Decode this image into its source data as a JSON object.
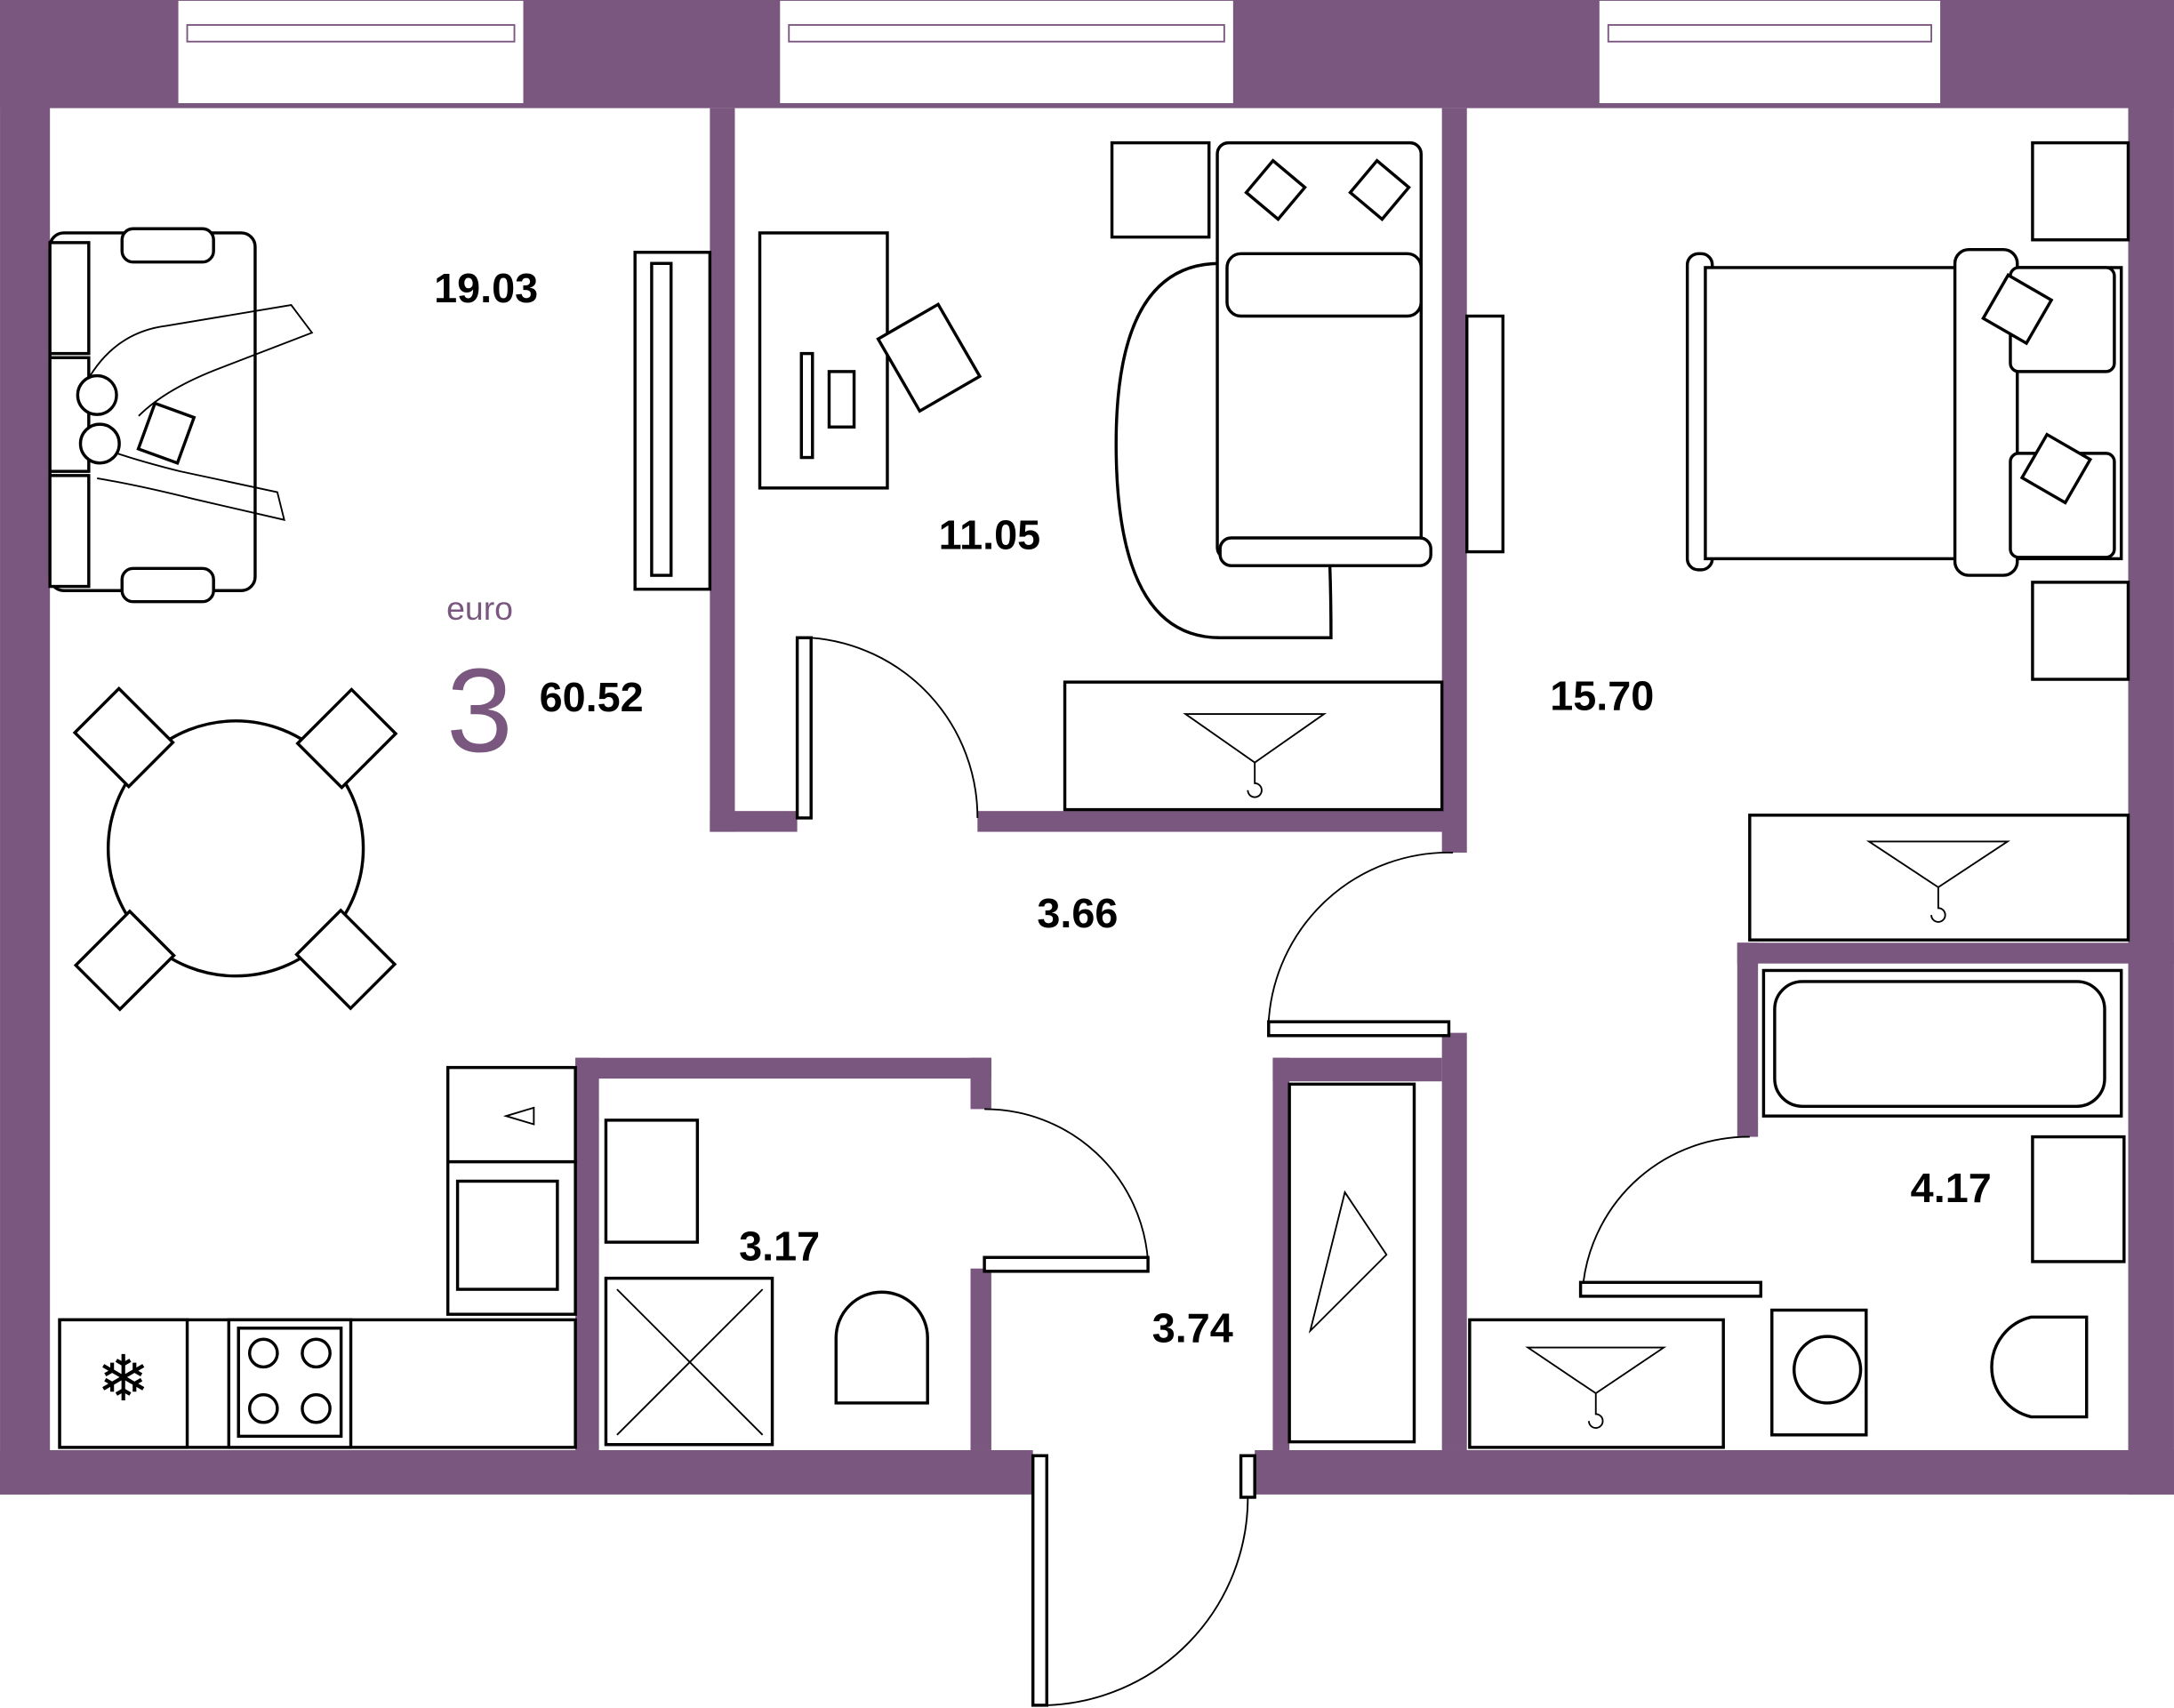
{
  "plan": {
    "rooms_label": "3",
    "type_label": "euro",
    "total_area": "60.52",
    "rooms": [
      {
        "name": "living-kitchen",
        "area": "19.03"
      },
      {
        "name": "bedroom-small",
        "area": "11.05"
      },
      {
        "name": "bedroom-large",
        "area": "15.70"
      },
      {
        "name": "hallway",
        "area": "3.66"
      },
      {
        "name": "shower-room",
        "area": "3.17"
      },
      {
        "name": "entrance-hall",
        "area": "3.74"
      },
      {
        "name": "bathroom",
        "area": "4.17"
      }
    ]
  },
  "colors": {
    "wall": "#7a577e",
    "accent": "#7a577e"
  }
}
